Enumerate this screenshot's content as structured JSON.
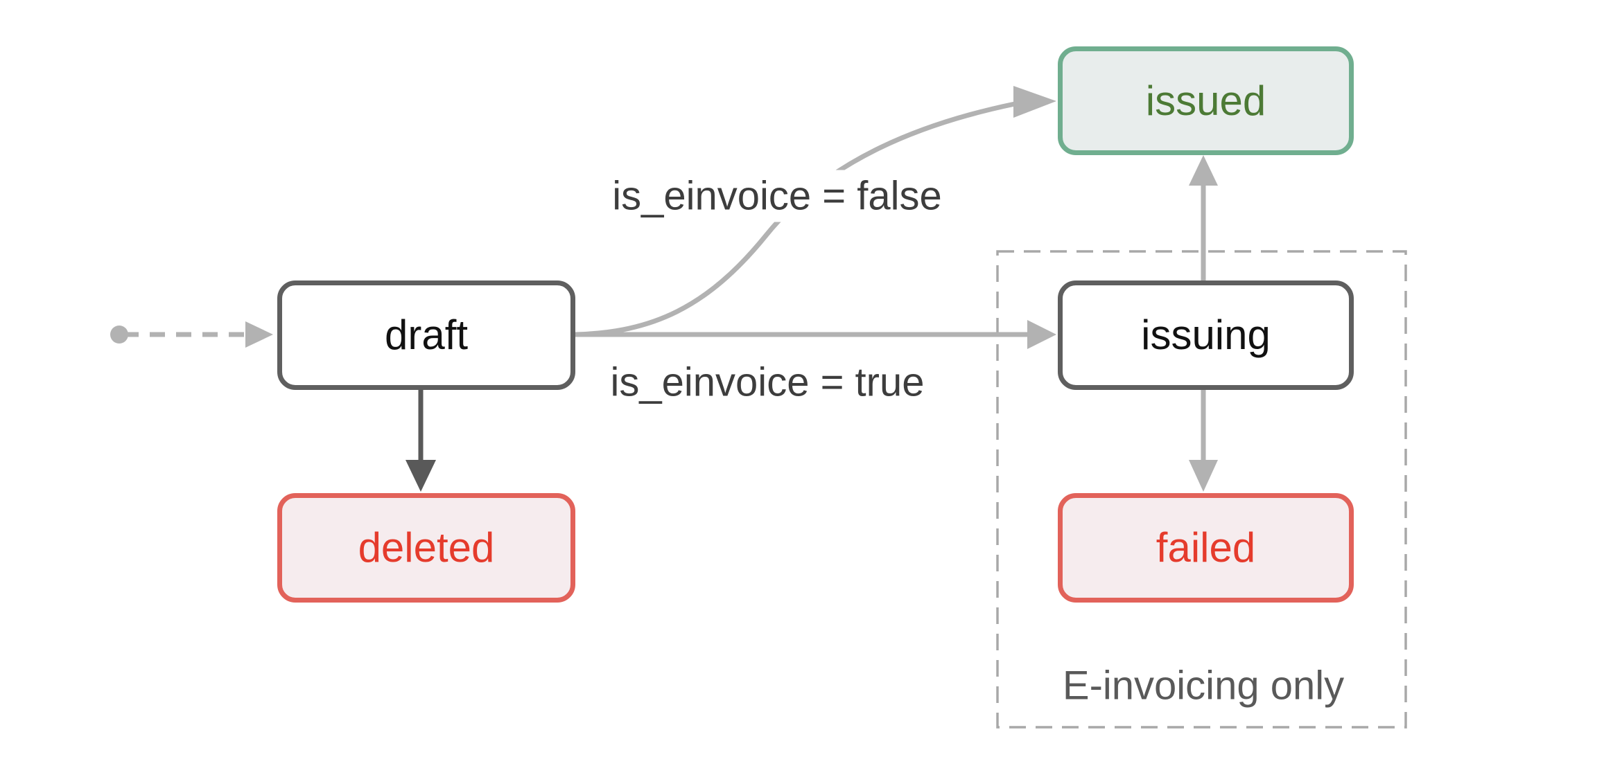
{
  "diagram": {
    "type": "state-diagram",
    "nodes": [
      {
        "id": "draft",
        "label": "draft",
        "status": "neutral"
      },
      {
        "id": "issued",
        "label": "issued",
        "status": "success"
      },
      {
        "id": "deleted",
        "label": "deleted",
        "status": "danger"
      },
      {
        "id": "issuing",
        "label": "issuing",
        "status": "neutral"
      },
      {
        "id": "failed",
        "label": "failed",
        "status": "danger"
      }
    ],
    "edges": [
      {
        "from": "start",
        "to": "draft",
        "style": "dashed",
        "label": ""
      },
      {
        "from": "draft",
        "to": "issued",
        "style": "curved",
        "label": "is_einvoice = false"
      },
      {
        "from": "draft",
        "to": "issuing",
        "style": "solid",
        "label": "is_einvoice = true"
      },
      {
        "from": "draft",
        "to": "deleted",
        "style": "solid",
        "label": ""
      },
      {
        "from": "issuing",
        "to": "issued",
        "style": "solid",
        "label": ""
      },
      {
        "from": "issuing",
        "to": "failed",
        "style": "solid",
        "label": ""
      }
    ],
    "group": {
      "label": "E-invoicing only"
    },
    "colors": {
      "neutral_border": "#5f5f5f",
      "success_border": "#70ae8f",
      "success_fill": "#e8edec",
      "success_text": "#4c7a35",
      "danger_border": "#e2625a",
      "danger_fill": "#f6ecee",
      "danger_text": "#e53b2c",
      "edge_light": "#b2b2b2",
      "edge_dark": "#595959",
      "label_text": "#3d3d3d",
      "group_border": "#a8a8a8",
      "group_text": "#595959"
    }
  }
}
